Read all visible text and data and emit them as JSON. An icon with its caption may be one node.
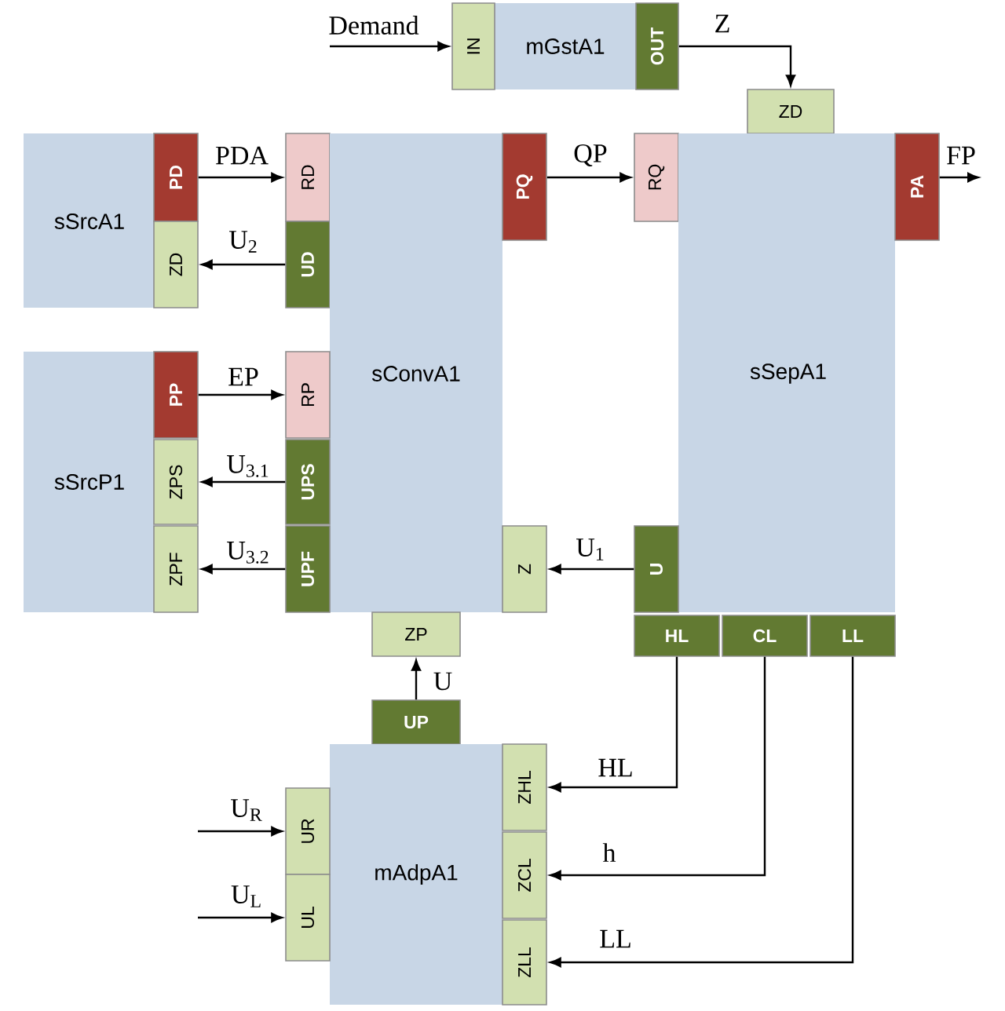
{
  "diagram": {
    "nodes": [
      {
        "text": [
          "mGstA1"
        ]
      },
      {
        "text": [
          "IN"
        ]
      },
      {
        "text": [
          "OUT"
        ]
      },
      {
        "text": [
          "ZD"
        ]
      },
      {
        "text": [
          "sSrcA1"
        ]
      },
      {
        "text": [
          "PD"
        ]
      },
      {
        "text": [
          "ZD"
        ]
      },
      {
        "text": [
          "RD"
        ]
      },
      {
        "text": [
          "UD"
        ]
      },
      {
        "text": [
          "sConvA1"
        ]
      },
      {
        "text": [
          "PQ"
        ]
      },
      {
        "text": [
          "RQ"
        ]
      },
      {
        "text": [
          "sSepA1"
        ]
      },
      {
        "text": [
          "PA"
        ]
      },
      {
        "text": [
          "sSrcP1"
        ]
      },
      {
        "text": [
          "PP"
        ]
      },
      {
        "text": [
          "ZPS"
        ]
      },
      {
        "text": [
          "ZPF"
        ]
      },
      {
        "text": [
          "RP"
        ]
      },
      {
        "text": [
          "UPS"
        ]
      },
      {
        "text": [
          "UPF"
        ]
      },
      {
        "text": [
          "Z"
        ]
      },
      {
        "text": [
          "U"
        ]
      },
      {
        "text": [
          "HL"
        ]
      },
      {
        "text": [
          "CL"
        ]
      },
      {
        "text": [
          "LL"
        ]
      },
      {
        "text": [
          "ZP"
        ]
      },
      {
        "text": [
          "UP"
        ]
      },
      {
        "text": [
          "mAdpA1"
        ]
      },
      {
        "text": [
          "UR"
        ]
      },
      {
        "text": [
          "UL"
        ]
      },
      {
        "text": [
          "ZHL"
        ]
      },
      {
        "text": [
          "ZCL"
        ]
      },
      {
        "text": [
          "ZLL"
        ]
      }
    ],
    "edges": [
      {
        "from": null,
        "to": 1,
        "arrow": "to",
        "label": "Demand"
      },
      {
        "from": 2,
        "to": 3,
        "arrow": "to",
        "label": "Z"
      },
      {
        "from": 5,
        "to": 7,
        "arrow": "to",
        "label": "PDA"
      },
      {
        "from": 8,
        "to": 6,
        "arrow": "to",
        "label": "U$_{2}$"
      },
      {
        "from": 10,
        "to": 11,
        "arrow": "to",
        "label": "QP"
      },
      {
        "from": 13,
        "to": null,
        "arrow": "to",
        "label": "FP"
      },
      {
        "from": 15,
        "to": 18,
        "arrow": "to",
        "label": "EP"
      },
      {
        "from": 19,
        "to": 16,
        "arrow": "to",
        "label": "U$_{3.1}$"
      },
      {
        "from": 20,
        "to": 17,
        "arrow": "to",
        "label": "U$_{3.2}$"
      },
      {
        "from": 22,
        "to": 21,
        "arrow": "to",
        "label": "U$_{1}$"
      },
      {
        "from": 27,
        "to": 26,
        "arrow": "to",
        "label": "U"
      },
      {
        "from": null,
        "to": 29,
        "arrow": "to",
        "label": "U$_{R}$"
      },
      {
        "from": null,
        "to": 30,
        "arrow": "to",
        "label": "U$_{L}$"
      },
      {
        "from": 23,
        "to": 31,
        "arrow": "to",
        "label": "HL"
      },
      {
        "from": 24,
        "to": 32,
        "arrow": "to",
        "label": "h"
      },
      {
        "from": 25,
        "to": 33,
        "arrow": "to",
        "label": "LL"
      }
    ]
  }
}
